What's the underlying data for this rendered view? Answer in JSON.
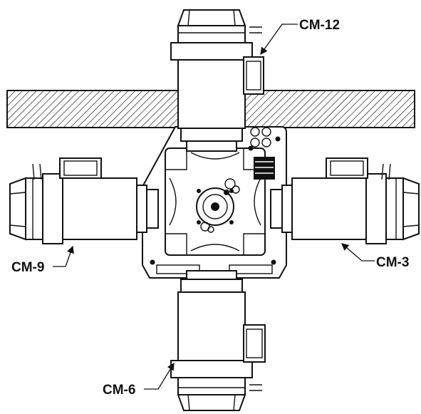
{
  "labels": {
    "top": "CM-12",
    "left": "CM-9",
    "right": "CM-3",
    "bottom": "CM-6"
  }
}
